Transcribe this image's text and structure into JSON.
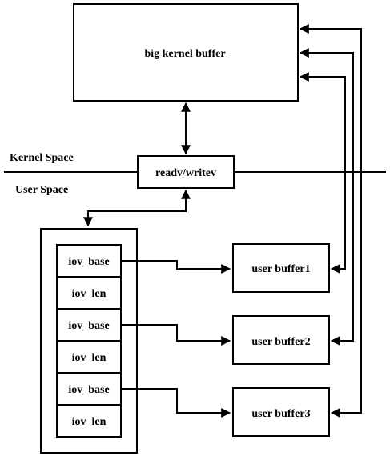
{
  "labels": {
    "kernel_buffer": "big kernel buffer",
    "syscall": "readv/writev",
    "kernel_space": "Kernel Space",
    "user_space": "User Space"
  },
  "iovec": [
    {
      "base": "iov_base",
      "len": "iov_len"
    },
    {
      "base": "iov_base",
      "len": "iov_len"
    },
    {
      "base": "iov_base",
      "len": "iov_len"
    }
  ],
  "user_buffers": [
    "user buffer1",
    "user buffer2",
    "user buffer3"
  ],
  "colors": {
    "stroke": "#000000",
    "background": "#ffffff"
  }
}
